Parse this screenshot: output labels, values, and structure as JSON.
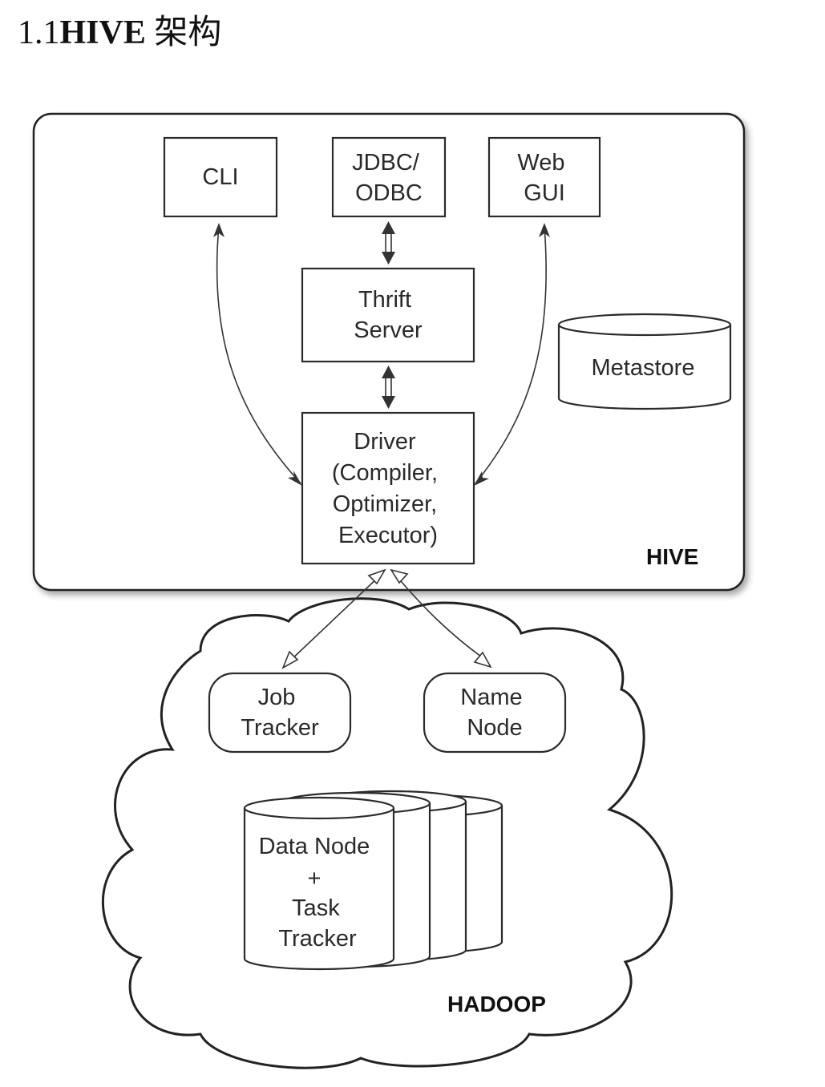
{
  "heading": {
    "number": "1.1",
    "bold": "HIVE",
    "cjk": "架构"
  },
  "diagram": {
    "hive": {
      "label": "HIVE",
      "nodes": {
        "cli": [
          "CLI"
        ],
        "jdbc": [
          "JDBC/",
          "ODBC"
        ],
        "webgui": [
          "Web",
          "GUI"
        ],
        "thrift": [
          "Thrift",
          "Server"
        ],
        "metastore": [
          "Metastore"
        ],
        "driver": [
          "Driver",
          "(Compiler,",
          "Optimizer,",
          "Executor)"
        ]
      }
    },
    "hadoop": {
      "label": "HADOOP",
      "nodes": {
        "jobtracker": [
          "Job",
          "Tracker"
        ],
        "namenode": [
          "Name",
          "Node"
        ],
        "datanode": [
          "Data Node",
          "+",
          "Task",
          "Tracker"
        ]
      }
    }
  }
}
